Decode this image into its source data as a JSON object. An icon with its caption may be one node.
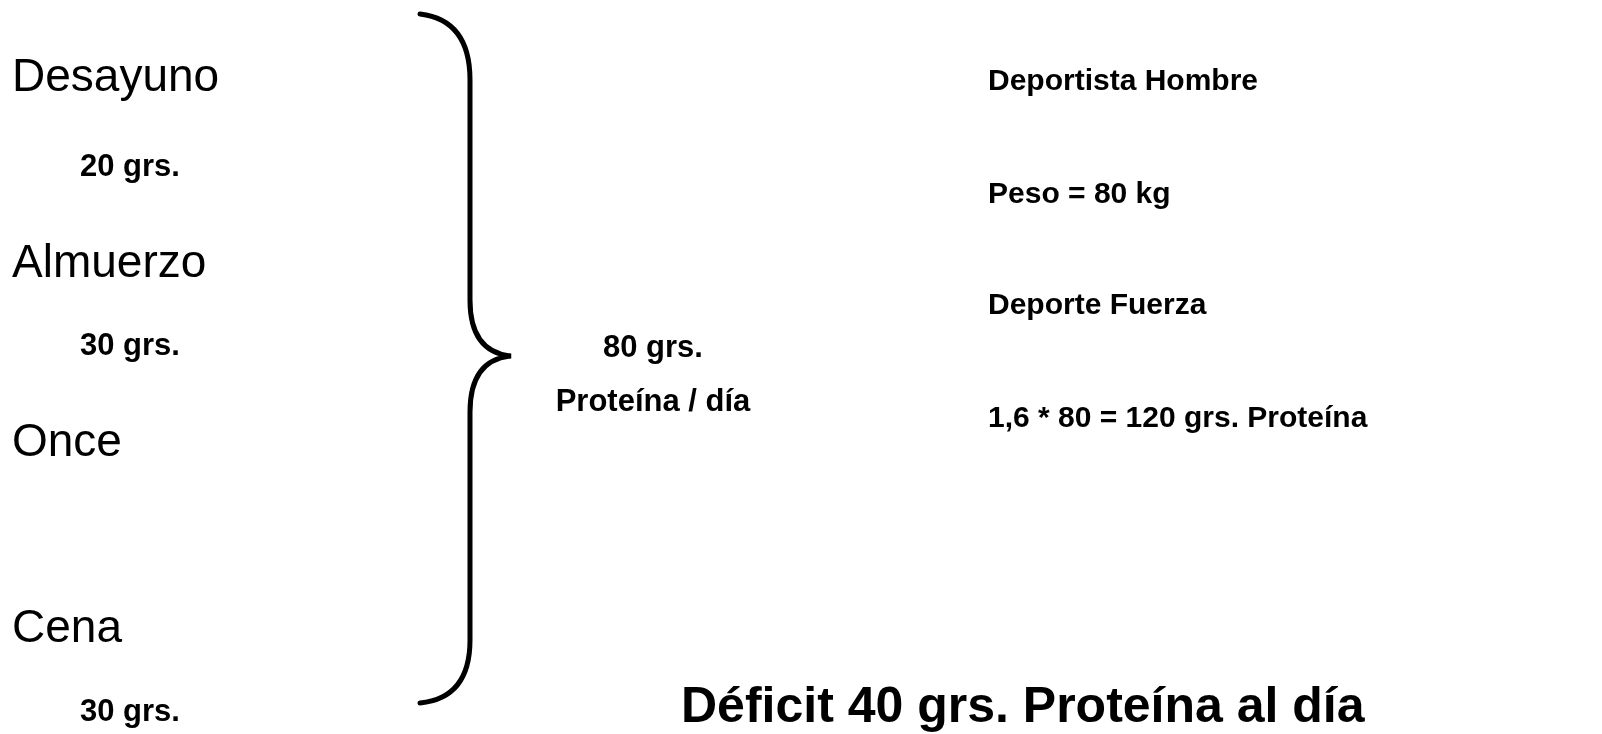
{
  "diagram": {
    "labels": [
      "Desayuno",
      "20 grs.",
      "Almuerzo",
      "30 grs.",
      "Once",
      "Cena",
      "30 grs.",
      "80 grs.",
      "Proteína / día",
      "Deportista Hombre",
      "Peso = 80 kg",
      "Deporte Fuerza",
      "1,6 * 80 = 120 grs. Proteína",
      "Déficit 40 grs. Proteína al día"
    ]
  }
}
